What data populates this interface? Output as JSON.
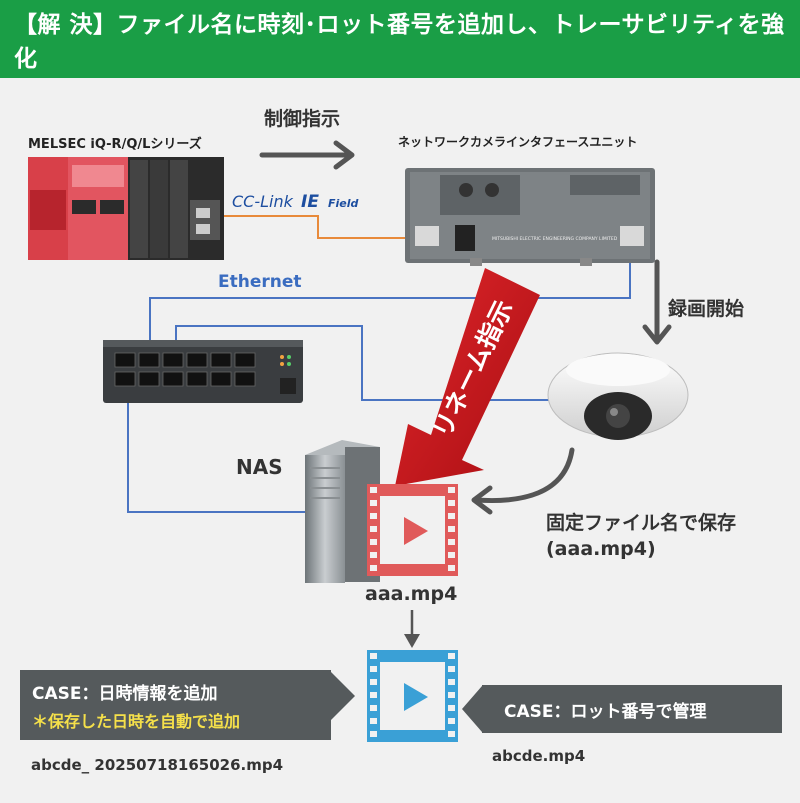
{
  "header": {
    "title": "【解 決】ファイル名に時刻･ロット番号を追加し、トレーサビリティを強化"
  },
  "labels": {
    "plc_series": "MELSEC iQ-R/Q/Lシリーズ",
    "control_instruction": "制御指示",
    "camera_unit": "ネットワークカメラインタフェースユニット",
    "ethernet": "Ethernet",
    "rename_instruction": "リネーム指示",
    "recording_start": "録画開始",
    "nas": "NAS",
    "save_fixed_line1": "固定ファイル名で保存",
    "save_fixed_line2": "(aaa.mp4)",
    "file_original": "aaa.mp4",
    "case_datetime_title": "CASE：日時情報を追加",
    "case_datetime_note": "＊保存した日時を自動で追加",
    "case_lot": "CASE：ロット番号で管理",
    "file_datetime": "abcde_ 20250718165026.mp4",
    "file_lot": "abcde.mp4"
  },
  "logos": {
    "cclink": "CC-Link",
    "ie": "IE",
    "field": "Field",
    "unit_brand": "MITSUBISHI ELECTRIC ENGINEERING COMPANY LIMITED"
  },
  "colors": {
    "header_bg": "#1a9e46",
    "red_arrow": "#c8141a",
    "video_red": "#e05a5a",
    "video_blue": "#3aa0d6",
    "note_yellow": "#f5e04a",
    "cable_blue": "#4a74c2",
    "cable_orange": "#e88a3a"
  }
}
